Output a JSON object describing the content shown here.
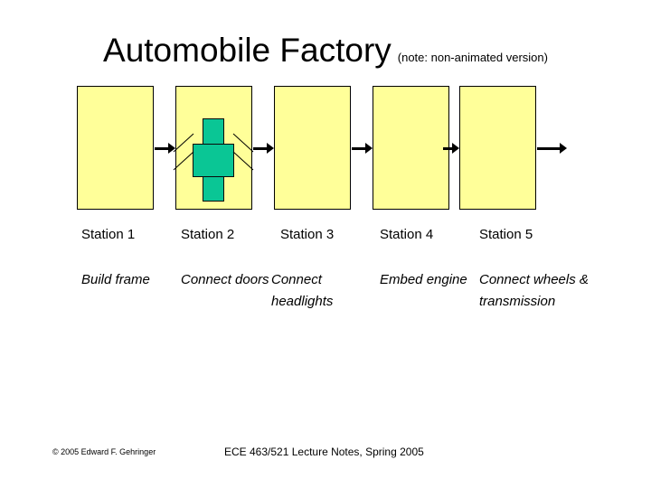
{
  "slide": {
    "background_color": "#ffffff",
    "title": {
      "main": "Automobile Factory",
      "note": "(note: non-animated version)"
    }
  },
  "colors": {
    "station_fill": "#ffff99",
    "station_border": "#000000",
    "part_fill": "#0ac695",
    "part_border": "#0a0a0a",
    "arrow": "#000000",
    "text": "#000000"
  },
  "pipeline": {
    "stations": [
      {
        "label": "Station 1",
        "description": "Build frame",
        "has_part": false
      },
      {
        "label": "Station 2",
        "description": "Connect doors",
        "has_part": true
      },
      {
        "label": "Station 3",
        "description": "Connect headlights",
        "has_part": false
      },
      {
        "label": "Station 4",
        "description": "Embed engine",
        "has_part": false
      },
      {
        "label": "Station 5",
        "description": "Connect wheels & transmission",
        "has_part": false
      }
    ],
    "arrow_count": 5,
    "part_shape": "plus-cross"
  },
  "footer": {
    "copyright": "© 2005 Edward F. Gehringer",
    "course": "ECE 463/521 Lecture Notes, Spring 2005"
  }
}
